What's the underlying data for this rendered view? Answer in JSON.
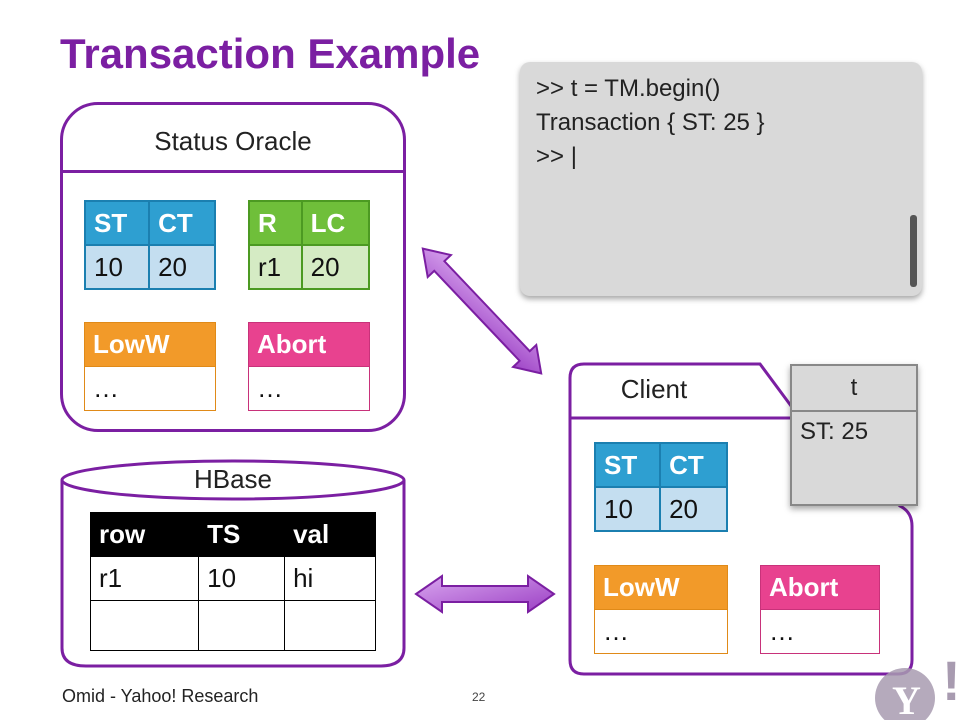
{
  "title": "Transaction Example",
  "status_oracle": {
    "label": "Status Oracle",
    "st_ct": {
      "h1": "ST",
      "h2": "CT",
      "v1": "10",
      "v2": "20"
    },
    "r_lc": {
      "h1": "R",
      "h2": "LC",
      "v1": "r1",
      "v2": "20"
    },
    "loww": {
      "header": "LowW",
      "value": "…"
    },
    "abort": {
      "header": "Abort",
      "value": "…"
    }
  },
  "console": {
    "line1": ">> t = TM.begin()",
    "line2": "Transaction { ST: 25 }",
    "line3": ">> |"
  },
  "client": {
    "label": "Client",
    "st_ct": {
      "h1": "ST",
      "h2": "CT",
      "v1": "10",
      "v2": "20"
    },
    "loww": {
      "header": "LowW",
      "value": "…"
    },
    "abort": {
      "header": "Abort",
      "value": "…"
    }
  },
  "note": {
    "header": "t",
    "body": "ST: 25"
  },
  "hbase": {
    "label": "HBase",
    "headers": [
      "row",
      "TS",
      "val"
    ],
    "rows": [
      [
        "r1",
        "10",
        "hi"
      ]
    ]
  },
  "footer": {
    "text": "Omid - Yahoo! Research",
    "page": "22"
  },
  "colors": {
    "accent": "#7b1fa2",
    "blue": "#2e9fd1",
    "green": "#6fbf3a",
    "orange": "#f29a29",
    "pink": "#e8428f"
  }
}
